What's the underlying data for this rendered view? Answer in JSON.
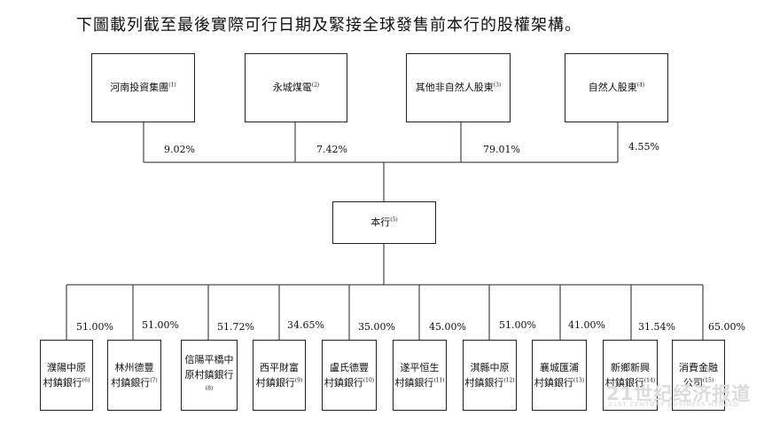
{
  "heading": "下圖載列截至最後實際可行日期及緊接全球發售前本行的股權架構。",
  "shareholders": [
    {
      "name": "河南投資集團",
      "note": "(1)",
      "pct": "9.02%"
    },
    {
      "name": "永城煤電",
      "note": "(2)",
      "pct": "7.42%"
    },
    {
      "name": "其他非自然人股東",
      "note": "(3)",
      "pct": "79.01%"
    },
    {
      "name": "自然人股東",
      "note": "(4)",
      "pct": "4.55%"
    }
  ],
  "center": {
    "name": "本行",
    "note": "(5)"
  },
  "subsidiaries": [
    {
      "line1": "濮陽中原",
      "line2": "村鎮銀行",
      "note": "(6)",
      "pct": "51.00%"
    },
    {
      "line1": "林州德豐",
      "line2": "村鎮銀行",
      "note": "(7)",
      "pct": "51.00%"
    },
    {
      "line1": "信陽平橋中",
      "line2": "原村鎮銀行",
      "note": "(8)",
      "pct": "51.72%"
    },
    {
      "line1": "西平財富",
      "line2": "村鎮銀行",
      "note": "(9)",
      "pct": "34.65%"
    },
    {
      "line1": "盧氏德豐",
      "line2": "村鎮銀行",
      "note": "(10)",
      "pct": "35.00%"
    },
    {
      "line1": "遂平恒生",
      "line2": "村鎮銀行",
      "note": "(11)",
      "pct": "45.00%"
    },
    {
      "line1": "淇縣中原",
      "line2": "村鎮銀行",
      "note": "(12)",
      "pct": "51.00%"
    },
    {
      "line1": "襄城匯浦",
      "line2": "村鎮銀行",
      "note": "(13)",
      "pct": "41.00%"
    },
    {
      "line1": "新鄉新興",
      "line2": "村鎮銀行",
      "note": "(14)",
      "pct": "31.54%"
    },
    {
      "line1": "消費金融",
      "line2": "公司",
      "note": "(15)",
      "pct": "65.00%"
    }
  ],
  "watermark": {
    "cn": "21世纪经济报道",
    "en": "21ST CENTURY BUSINESS HERALD"
  }
}
